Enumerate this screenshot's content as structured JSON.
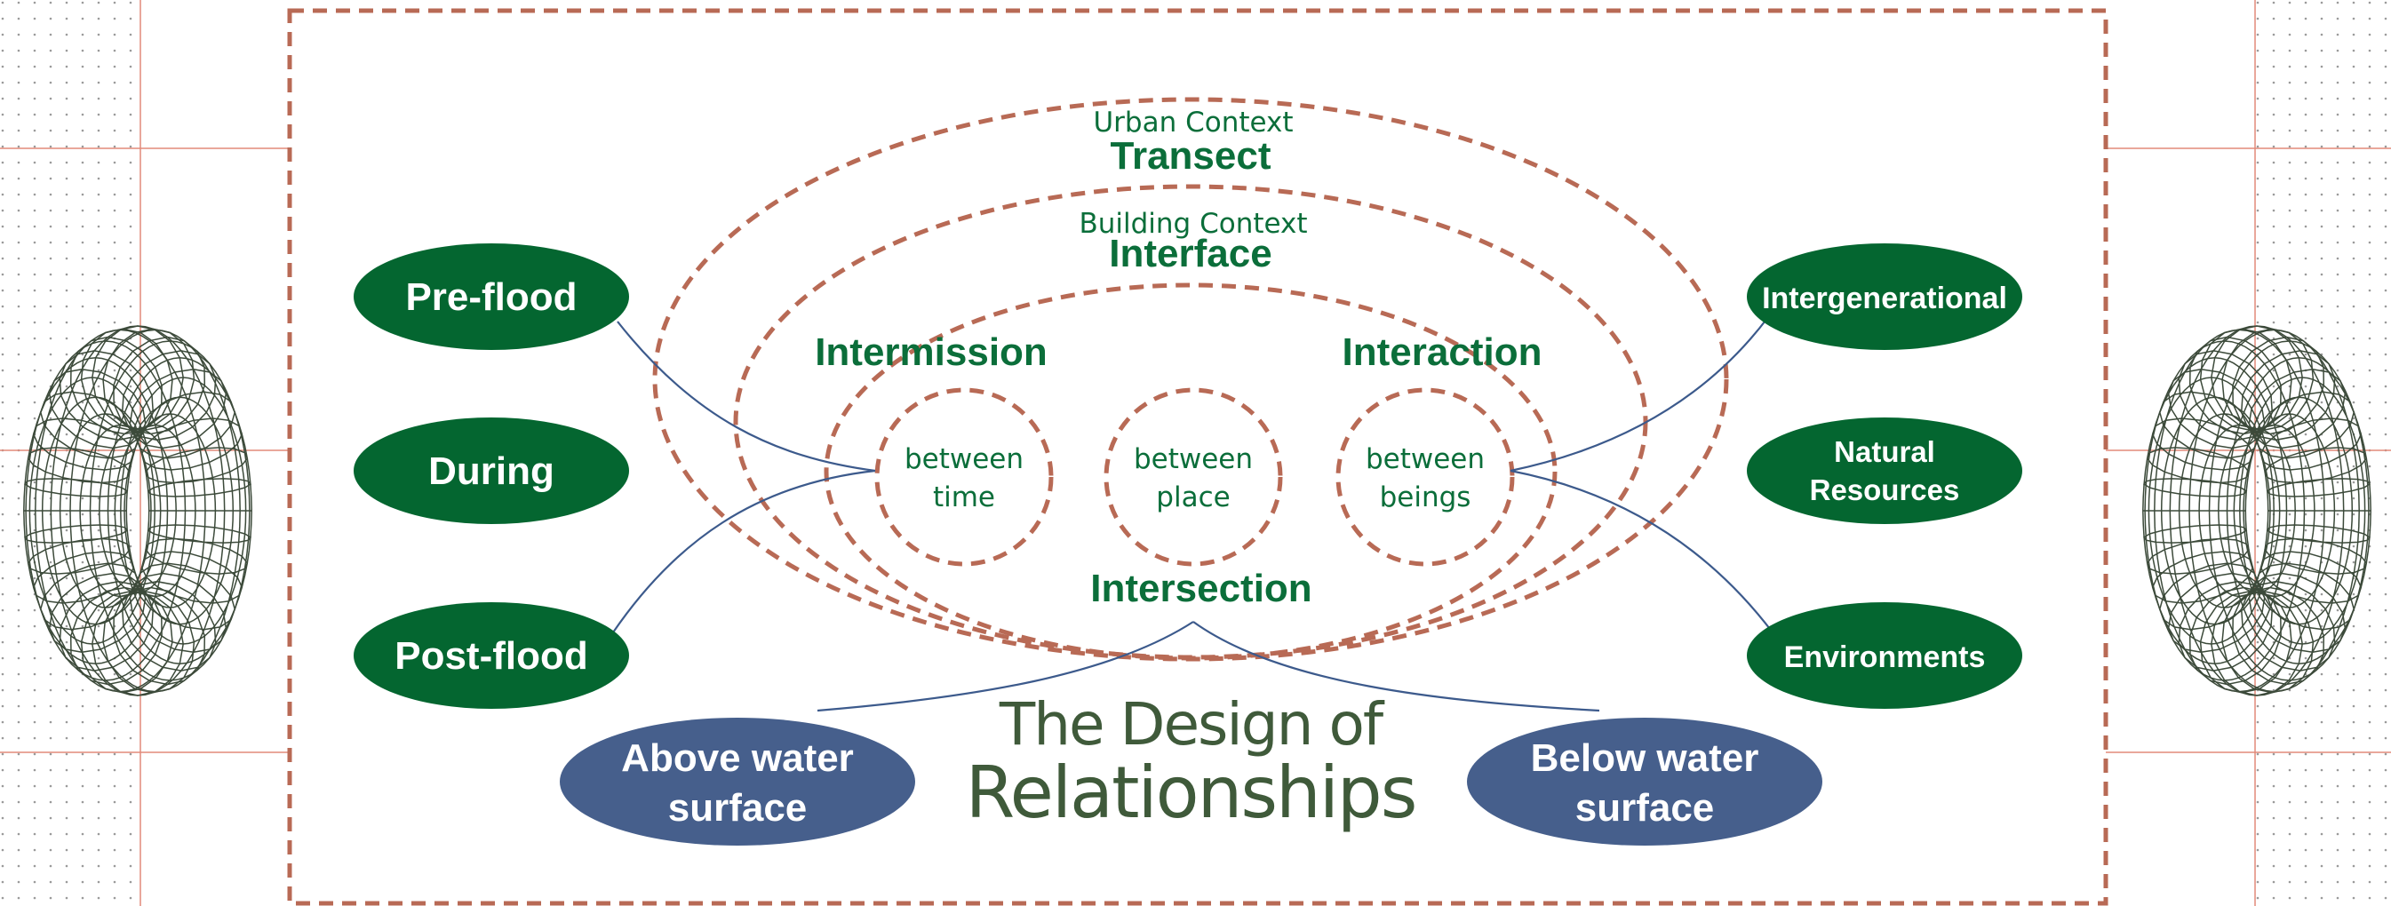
{
  "title": {
    "line1": "The Design of",
    "line2": "Relationships"
  },
  "contexts": {
    "urban": {
      "small": "Urban Context",
      "big": "Transect"
    },
    "building": {
      "small": "Building Context",
      "big": "Interface"
    }
  },
  "headings": {
    "intermission": "Intermission",
    "interaction": "Interaction",
    "intersection": "Intersection"
  },
  "circles": {
    "time": [
      "between",
      "time"
    ],
    "place": [
      "between",
      "place"
    ],
    "beings": [
      "between",
      "beings"
    ]
  },
  "left_pills": [
    "Pre-flood",
    "During",
    "Post-flood"
  ],
  "right_pills": {
    "intergenerational": [
      "Intergenerational"
    ],
    "natural": [
      "Natural",
      "Resources"
    ],
    "environments": [
      "Environments"
    ]
  },
  "bottom_pills": {
    "above": [
      "Above water",
      "surface"
    ],
    "below": [
      "Below water",
      "surface"
    ]
  },
  "colors": {
    "green": "#046630",
    "blue": "#465f8c",
    "dash": "#b86a55",
    "connector": "#3c5a8c"
  },
  "icons": [
    "torus-wireframe-icon"
  ]
}
